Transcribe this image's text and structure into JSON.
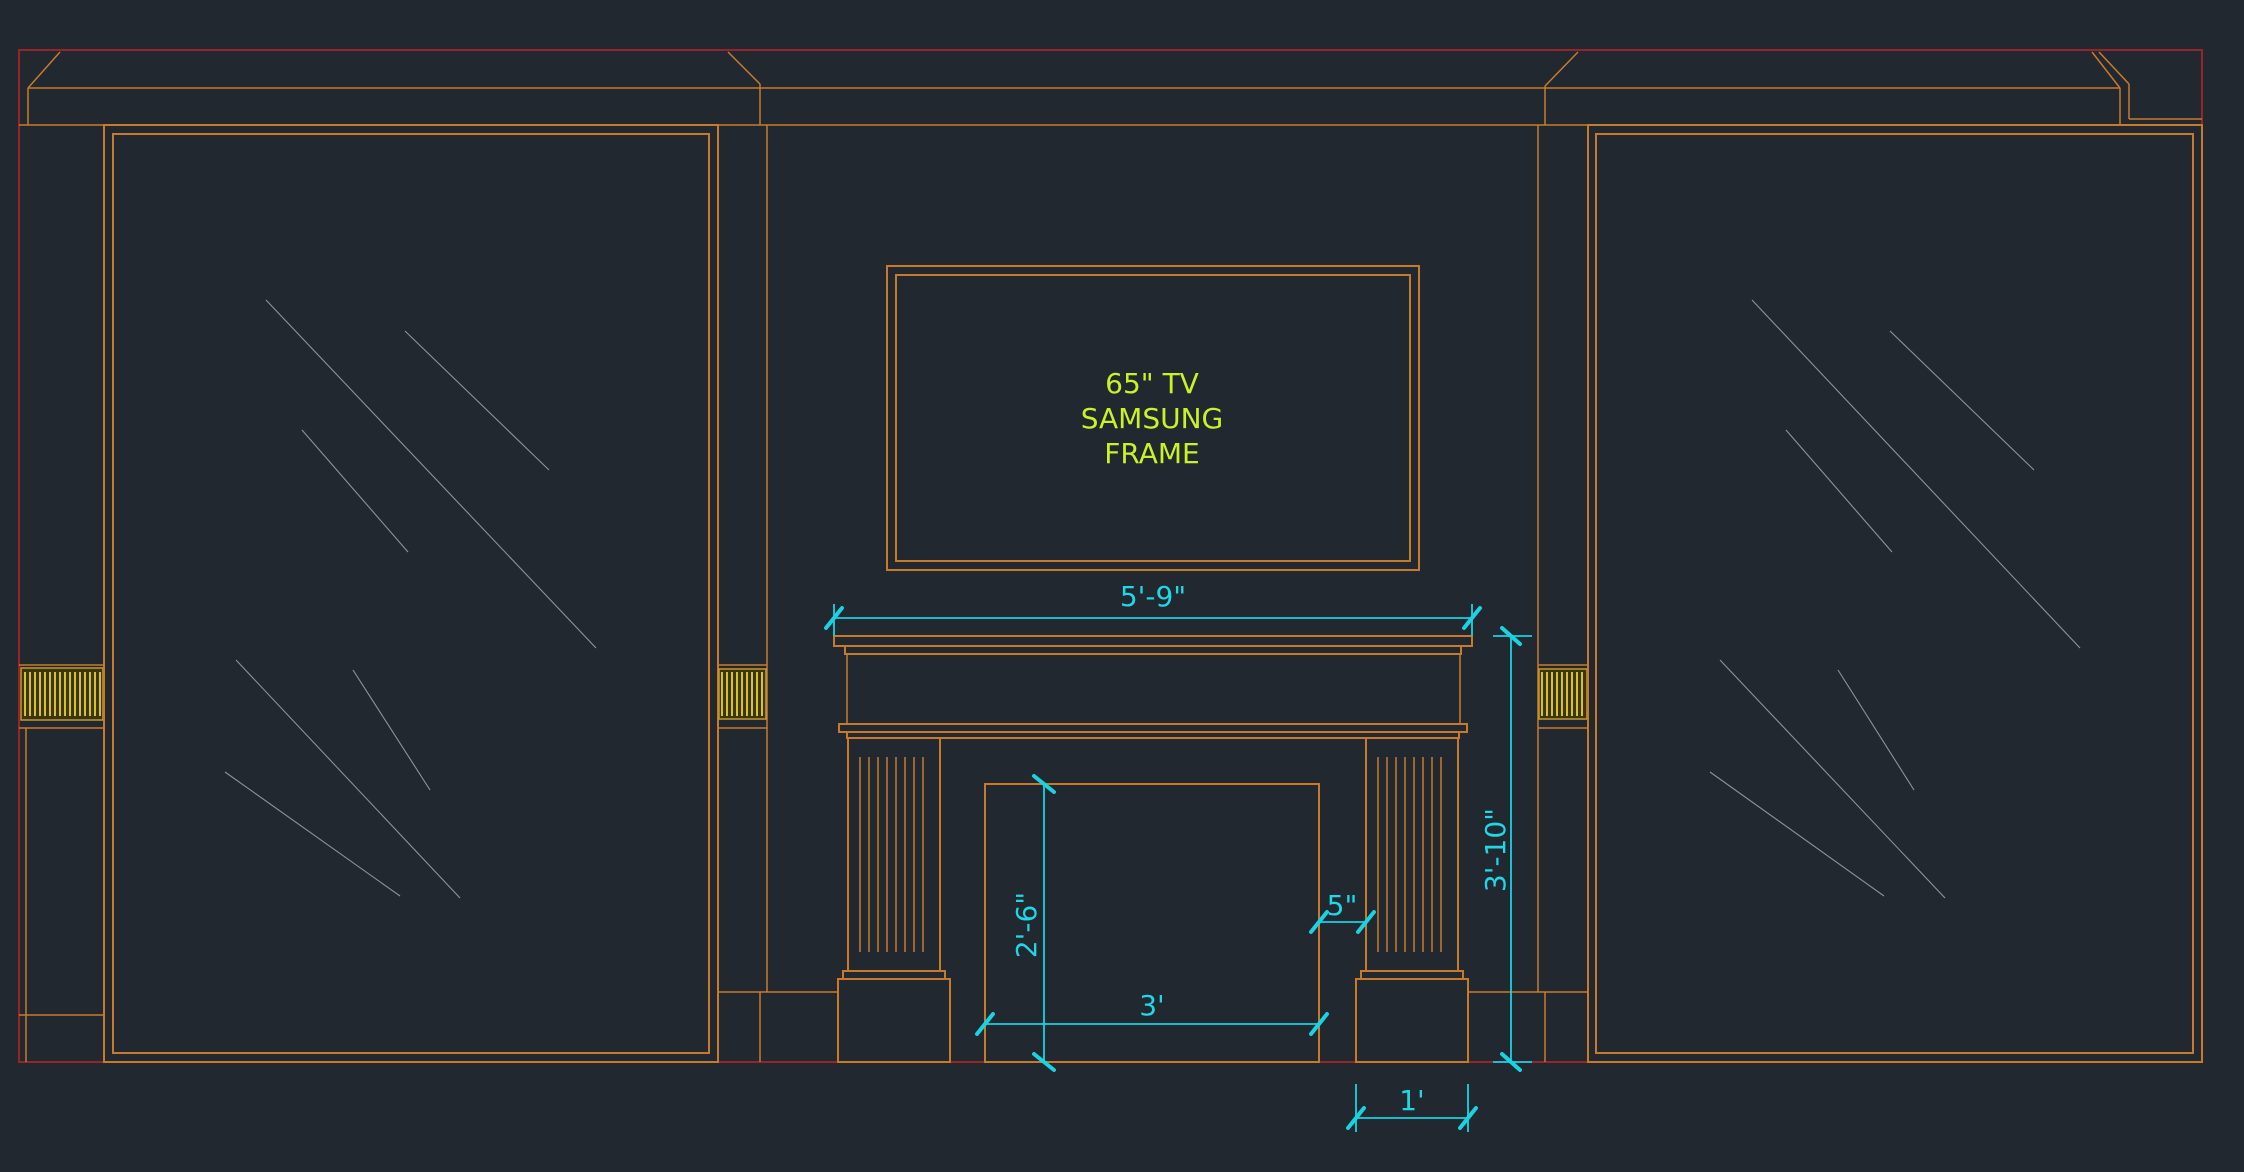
{
  "tv": {
    "line1": "65\" TV",
    "line2": "SAMSUNG",
    "line3": "FRAME"
  },
  "dimensions": {
    "mantel_width": "5'-9\"",
    "mantel_height": "3'-10\"",
    "firebox_height": "2'-6\"",
    "firebox_width": "3'",
    "pilaster_offset": "5\"",
    "plinth_width": "1'"
  },
  "colors": {
    "background": "#212830",
    "linework": "#c87a2c",
    "border": "#b4242a",
    "dimension": "#19d2e2",
    "tv_text": "#c9f227",
    "glass_hatch": "#8e9398",
    "chair_rail_accent": "#d6c227"
  }
}
